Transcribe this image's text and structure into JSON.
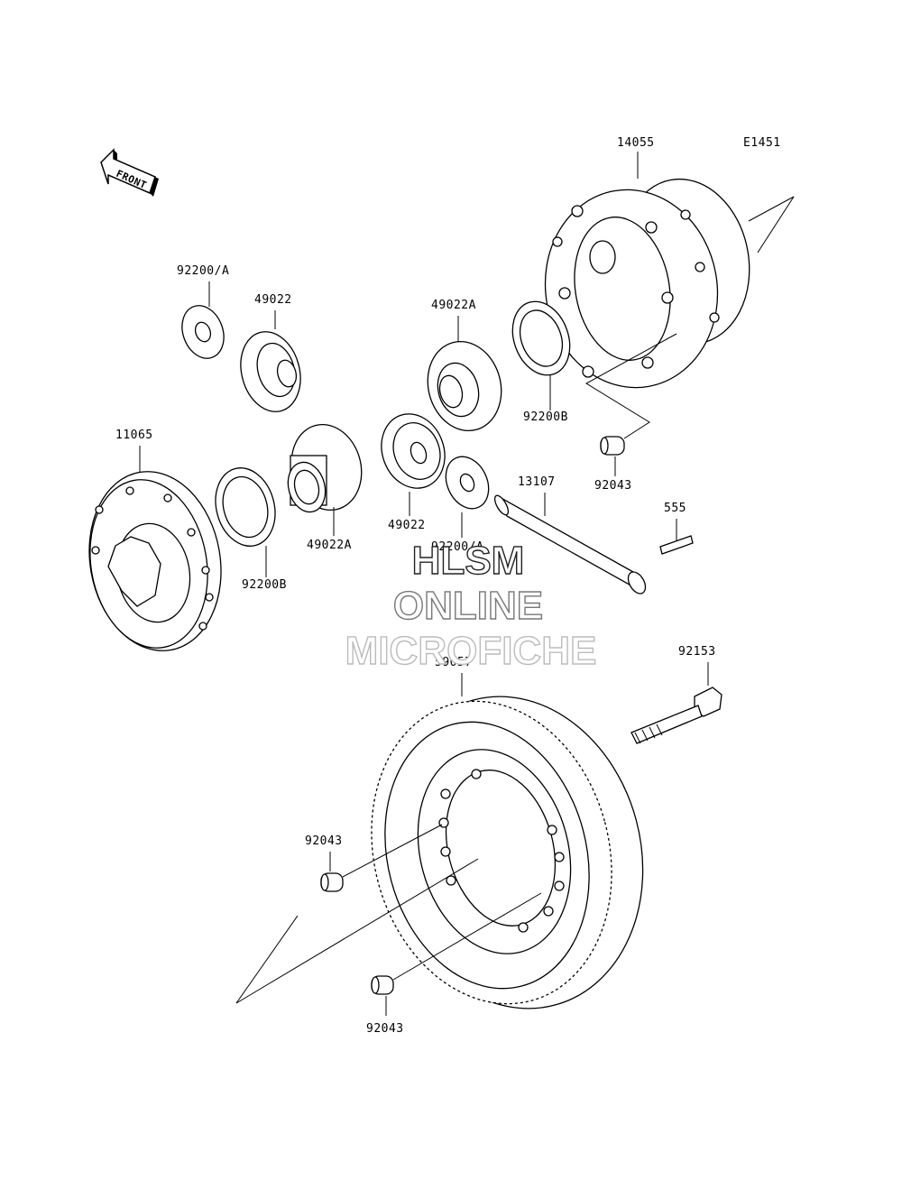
{
  "diagram": {
    "code": "E1451",
    "front_label": "FRONT",
    "labels": {
      "p14055": "14055",
      "p92200a_top": "92200/A",
      "p49022_top": "49022",
      "p49022a_top": "49022A",
      "p92200b_right": "92200B",
      "p92043_right": "92043",
      "p11065": "11065",
      "p92200b_left": "92200B",
      "p49022a_mid": "49022A",
      "p49022_mid": "49022",
      "p92200a_mid": "92200/A",
      "p13107": "13107",
      "p555": "555",
      "p59057": "59057",
      "p92153": "92153",
      "p92043_left": "92043",
      "p92043_bottom": "92043"
    }
  },
  "watermark": {
    "line1": "HLSM",
    "line2": "ONLINE",
    "line3": "MICROFICHE",
    "color_line1": "#222222",
    "color_line2": "#777777",
    "color_line3": "#bbbbbb"
  }
}
